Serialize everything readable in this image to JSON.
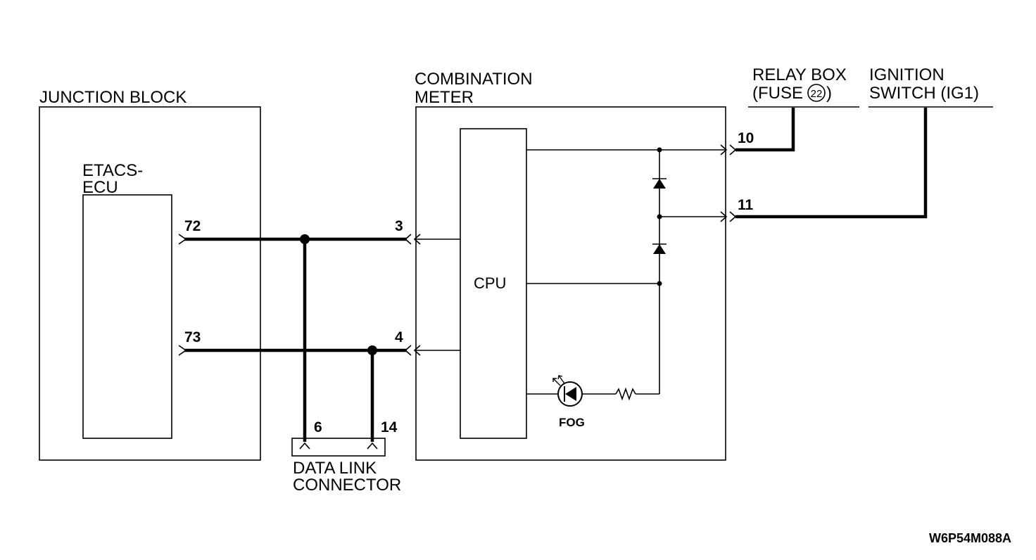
{
  "junction_block": {
    "title": "JUNCTION BLOCK",
    "ecu_line1": "ETACS-",
    "ecu_line2": "ECU",
    "pin_72": "72",
    "pin_73": "73"
  },
  "combination_meter": {
    "title_line1": "COMBINATION",
    "title_line2": "METER",
    "cpu_label": "CPU",
    "pin_3": "3",
    "pin_4": "4",
    "pin_10": "10",
    "pin_11": "11",
    "fog_label": "FOG"
  },
  "relay_box": {
    "line1": "RELAY BOX",
    "line2_prefix": "(FUSE",
    "fuse_number": "22",
    "line2_suffix": ")"
  },
  "ignition_switch": {
    "line1": "IGNITION",
    "line2": "SWITCH (IG1)"
  },
  "data_link_connector": {
    "line1": "DATA LINK",
    "line2": "CONNECTOR",
    "pin_6": "6",
    "pin_14": "14"
  },
  "figure_code": "W6P54M088A"
}
